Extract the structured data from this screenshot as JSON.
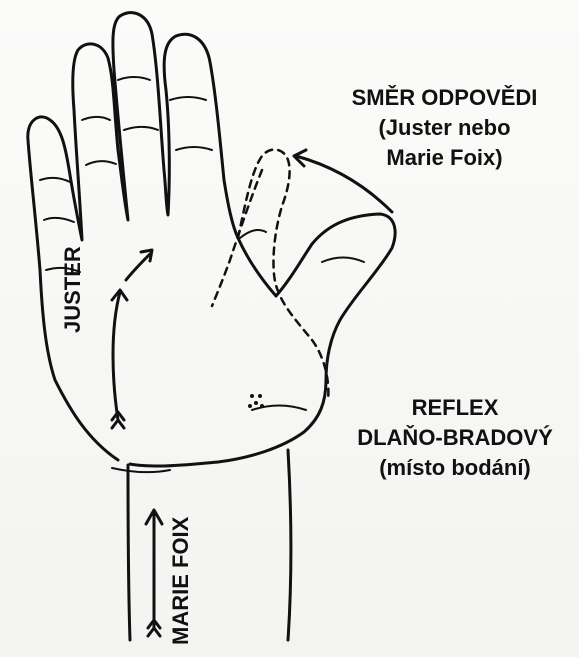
{
  "labels": {
    "smer_title": "SMĚR ODPOVĚDI",
    "smer_line2": "(Juster nebo",
    "smer_line3": "Marie Foix)",
    "reflex_line1": "REFLEX",
    "reflex_line2": "DLAŇO-BRADOVÝ",
    "reflex_line3": "(místo bodání)",
    "juster": "JUSTER",
    "marie_foix": "MARIE FOIX"
  },
  "colors": {
    "ink": "#111111",
    "paper": "#f6f6f4",
    "faded_text": "#c9c9c6"
  },
  "icons": {
    "hand": "hand-outline-drawing",
    "thumb_dashed": "dashed-thumb-position",
    "stimulation_point": "dotted-point",
    "arrow": "direction-arrow"
  }
}
